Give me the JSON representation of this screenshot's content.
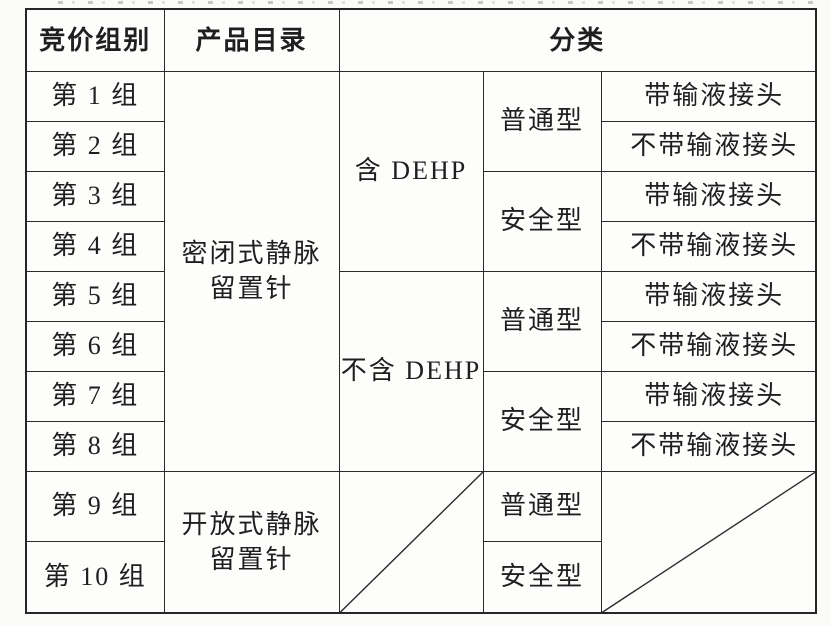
{
  "table": {
    "header": {
      "group_col": "竞价组别",
      "catalog_col": "产品目录",
      "category_col": "分类"
    },
    "groups": [
      "第 1 组",
      "第 2 组",
      "第 3 组",
      "第 4 组",
      "第 5 组",
      "第 6 组",
      "第 7 组",
      "第 8 组",
      "第 9 组",
      "第 10 组"
    ],
    "catalogs": [
      "密闭式静脉\n留置针",
      "开放式静脉\n留置针"
    ],
    "dehp_options": [
      "含 DEHP",
      "不含 DEHP"
    ],
    "type_options": [
      "普通型",
      "安全型"
    ],
    "connector_options": [
      "带输液接头",
      "不带输液接头"
    ],
    "colors": {
      "border": "#2b2b2b",
      "text": "#1f1f1f",
      "paper": "#fbfbf9"
    }
  }
}
